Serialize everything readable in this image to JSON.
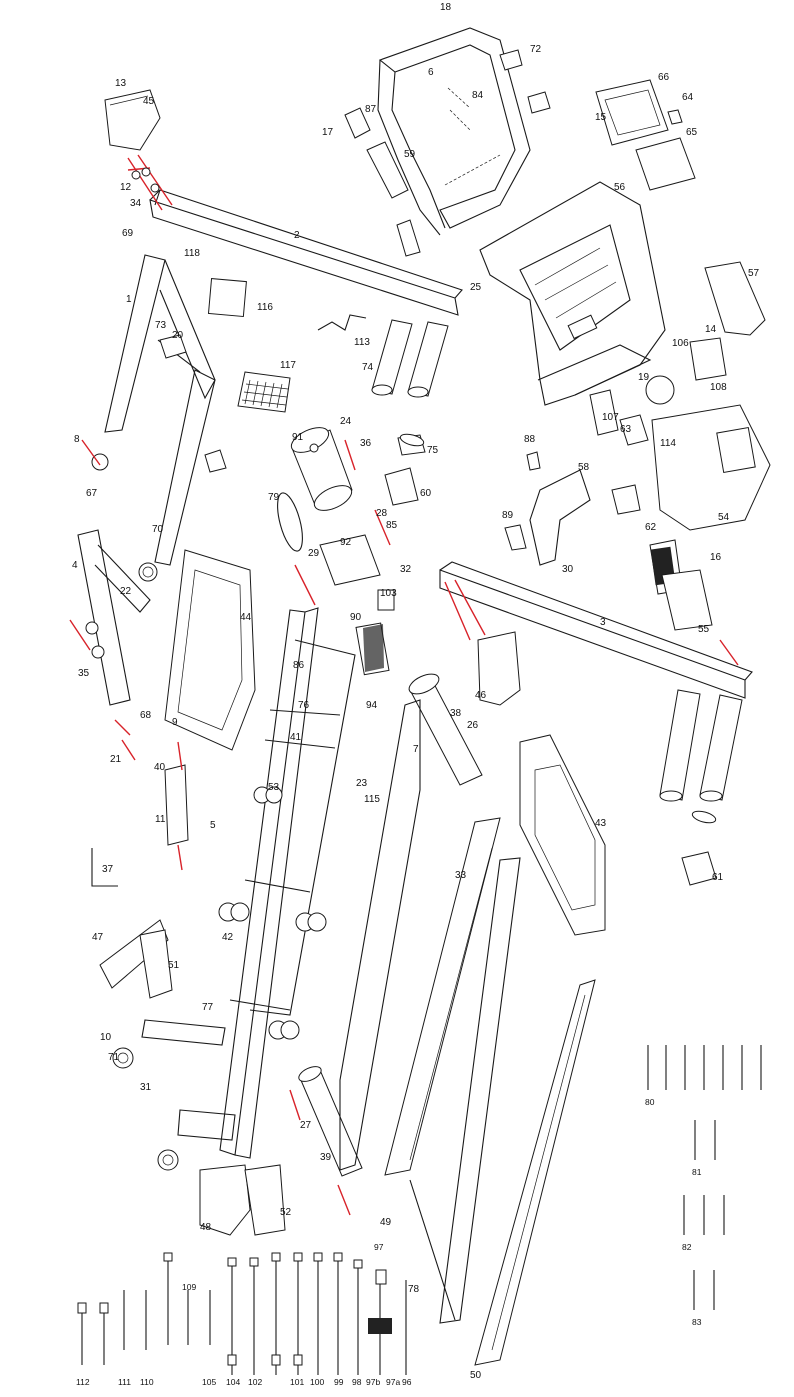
{
  "figure": "exploded-parts-diagram",
  "accent_color": "#d8232a",
  "line_color": "#1a1a1a",
  "part_labels": {
    "p1": "1",
    "p2": "2",
    "p3": "3",
    "p4": "4",
    "p5": "5",
    "p6": "6",
    "p7": "7",
    "p8": "8",
    "p9": "9",
    "p10": "10",
    "p11": "11",
    "p12": "12",
    "p13": "13",
    "p14": "14",
    "p15": "15",
    "p16": "16",
    "p17": "17",
    "p18": "18",
    "p19": "19",
    "p20": "20",
    "p21": "21",
    "p22": "22",
    "p23": "23",
    "p24": "24",
    "p25": "25",
    "p26": "26",
    "p27": "27",
    "p28": "28",
    "p29": "29",
    "p30": "30",
    "p31": "31",
    "p32": "32",
    "p33": "33",
    "p34": "34",
    "p35": "35",
    "p36": "36",
    "p37": "37",
    "p38": "38",
    "p39": "39",
    "p40": "40",
    "p41": "41",
    "p42": "42",
    "p43": "43",
    "p44": "44",
    "p45": "45",
    "p46": "46",
    "p47": "47",
    "p48": "48",
    "p49": "49",
    "p50": "50",
    "p51": "51",
    "p52": "52",
    "p53": "53",
    "p54": "54",
    "p55": "55",
    "p56": "56",
    "p57": "57",
    "p58": "58",
    "p59": "59",
    "p60": "60",
    "p61": "61",
    "p62": "62",
    "p63": "63",
    "p64": "64",
    "p65": "65",
    "p66": "66",
    "p67": "67",
    "p68": "68",
    "p69": "69",
    "p70": "70",
    "p71": "71",
    "p72": "72",
    "p73": "73",
    "p74": "74",
    "p75": "75",
    "p76": "76",
    "p77": "77",
    "p78": "78",
    "p79": "79",
    "p80": "80",
    "p81": "81",
    "p82": "82",
    "p83": "83",
    "p84": "84",
    "p85": "85",
    "p86": "86",
    "p87": "87",
    "p88": "88",
    "p89": "89",
    "p90": "90",
    "p91": "91",
    "p92": "92",
    "p94": "94",
    "p96": "96",
    "p97": "97",
    "p97a": "97a",
    "p97b": "97b",
    "p98": "98",
    "p99": "99",
    "p100": "100",
    "p101": "101",
    "p102": "102",
    "p103": "103",
    "p104": "104",
    "p105": "105",
    "p106": "106",
    "p107": "107",
    "p108": "108",
    "p109": "109",
    "p110": "110",
    "p111": "111",
    "p112": "112",
    "p113": "113",
    "p114": "114",
    "p115": "115",
    "p116": "116",
    "p117": "117",
    "p118": "118"
  }
}
